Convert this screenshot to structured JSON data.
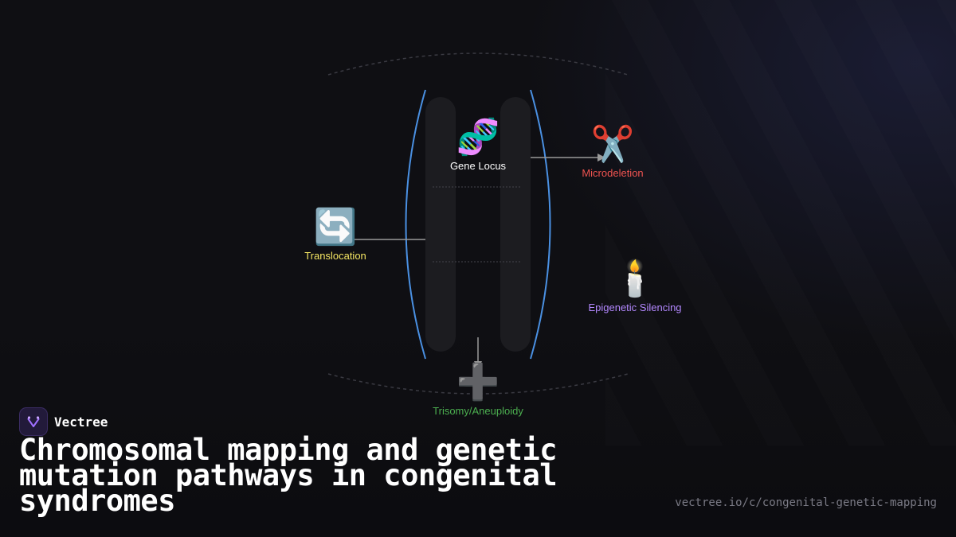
{
  "diagram": {
    "center": {
      "icon": "🧬",
      "icon_name": "dna-icon",
      "label": "Gene Locus",
      "color": "#ffffff"
    },
    "nodes": [
      {
        "id": "microdeletion",
        "icon": "✂️",
        "icon_name": "scissors-icon",
        "label": "Microdeletion",
        "color": "#ef5350"
      },
      {
        "id": "translocation",
        "icon": "🔄",
        "icon_name": "cycle-arrows-icon",
        "label": "Translocation",
        "color": "#f5e663"
      },
      {
        "id": "epigenetic",
        "icon": "🕯️",
        "icon_name": "candle-icon",
        "label": "Epigenetic Silencing",
        "color": "#b388ff"
      },
      {
        "id": "trisomy",
        "icon": "➕",
        "icon_name": "plus-icon",
        "label": "Trisomy/Aneuploidy",
        "color": "#4caf50"
      }
    ]
  },
  "brand": {
    "name": "Vectree",
    "logo_icon": "vectree-logo-icon"
  },
  "title": "Chromosomal mapping and genetic mutation pathways in congenital syndromes",
  "url": "vectree.io/c/congenital-genetic-mapping",
  "colors": {
    "background": "#0f0f13",
    "bracket": "#4a90e2",
    "arrow": "#9a9a9a",
    "chromatid": "#1c1c20"
  }
}
